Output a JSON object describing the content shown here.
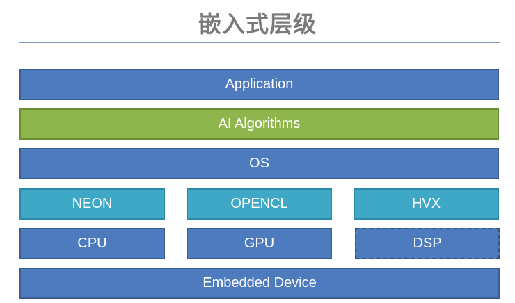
{
  "title": "嵌入式层级",
  "layers": {
    "application": "Application",
    "ai": "AI Algorithms",
    "os": "OS",
    "neon": "NEON",
    "opencl": "OPENCL",
    "hvx": "HVX",
    "cpu": "CPU",
    "gpu": "GPU",
    "dsp": "DSP",
    "device": "Embedded Device"
  },
  "colors": {
    "blue": "#4e7bbd",
    "green": "#8fb64c",
    "teal": "#3fa8c6",
    "title": "#7a7a7a"
  }
}
